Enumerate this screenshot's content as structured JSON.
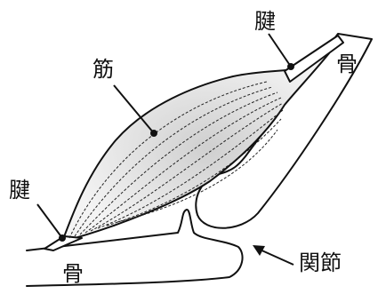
{
  "labels": {
    "muscle": "筋",
    "tendon_top": "腱",
    "tendon_left": "腱",
    "bone_upper": "骨",
    "bone_lower": "骨",
    "joint": "関節"
  },
  "colors": {
    "line": "#111111",
    "muscle_shade": "#d9d9d9",
    "background": "#ffffff"
  }
}
